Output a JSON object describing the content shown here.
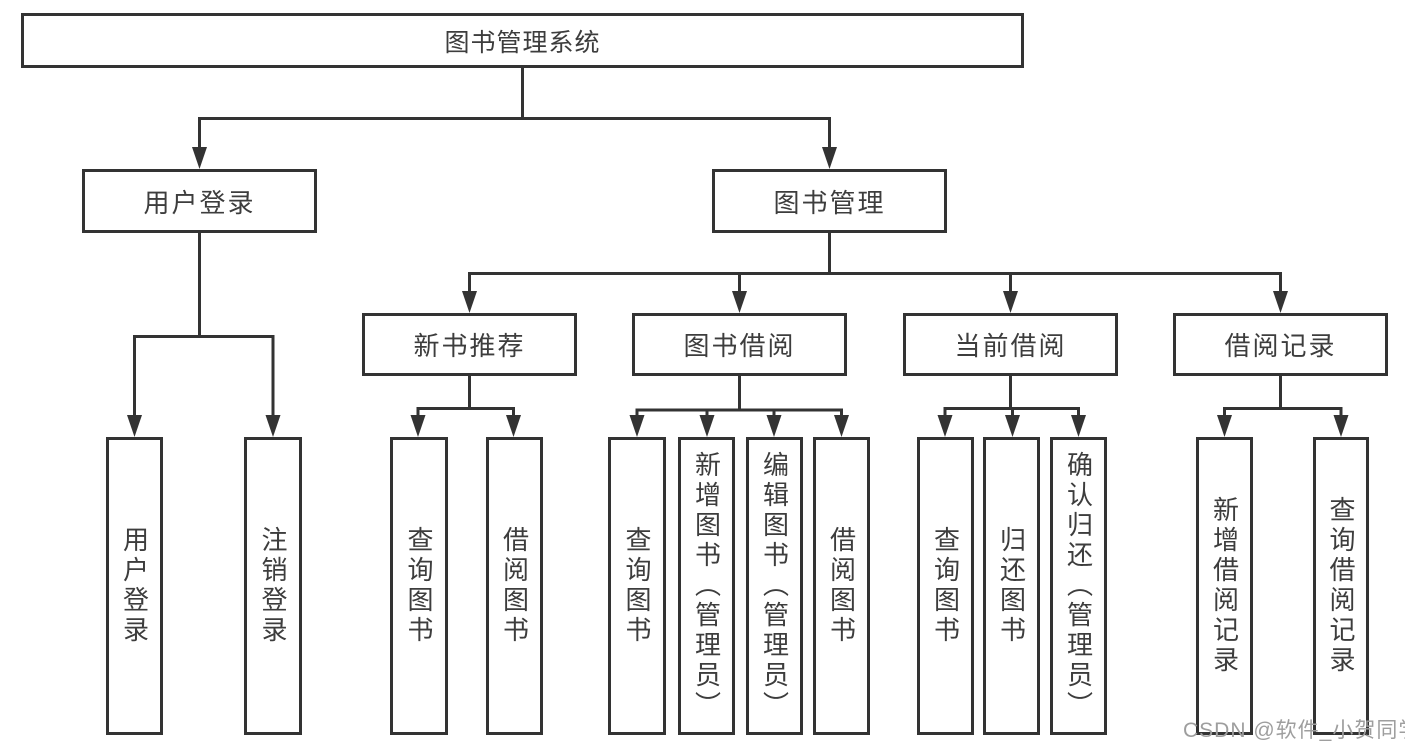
{
  "diagram": {
    "root": "图书管理系统",
    "user_branch": {
      "label": "用户登录",
      "children": [
        "用户登录",
        "注销登录"
      ]
    },
    "book_branch": {
      "label": "图书管理",
      "groups": [
        {
          "label": "新书推荐",
          "children": [
            "查询图书",
            "借阅图书"
          ]
        },
        {
          "label": "图书借阅",
          "children": [
            "查询图书",
            "新增图书（管理员）",
            "编辑图书（管理员）",
            "借阅图书"
          ]
        },
        {
          "label": "当前借阅",
          "children": [
            "查询图书",
            "归还图书",
            "确认归还（管理员）"
          ]
        },
        {
          "label": "借阅记录",
          "children": [
            "新增借阅记录",
            "查询借阅记录"
          ]
        }
      ]
    },
    "watermark": "CSDN @软件_小贺同学",
    "colors": {
      "line": "#333333",
      "text": "#3d3d3d",
      "watermark": "#9e9e9e",
      "background": "#ffffff"
    }
  }
}
